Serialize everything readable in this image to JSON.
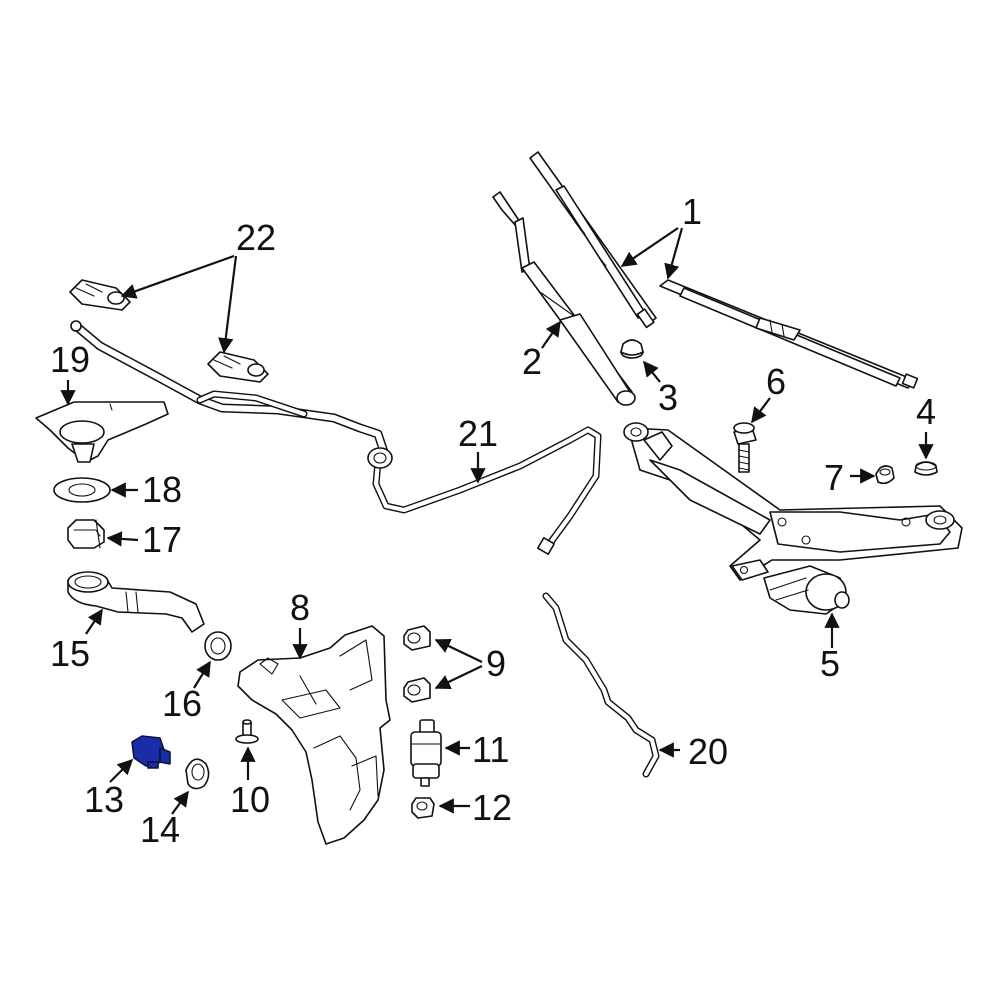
{
  "diagram": {
    "highlight_color": "#1a2ca8",
    "line_color": "#111111",
    "background": "#ffffff",
    "highlighted_part": "13"
  },
  "callouts": {
    "c1": "1",
    "c2": "2",
    "c3": "3",
    "c4": "4",
    "c5": "5",
    "c6": "6",
    "c7": "7",
    "c8": "8",
    "c9": "9",
    "c10": "10",
    "c11": "11",
    "c12": "12",
    "c13": "13",
    "c14": "14",
    "c15": "15",
    "c16": "16",
    "c17": "17",
    "c18": "18",
    "c19": "19",
    "c20": "20",
    "c21": "21",
    "c22": "22"
  }
}
